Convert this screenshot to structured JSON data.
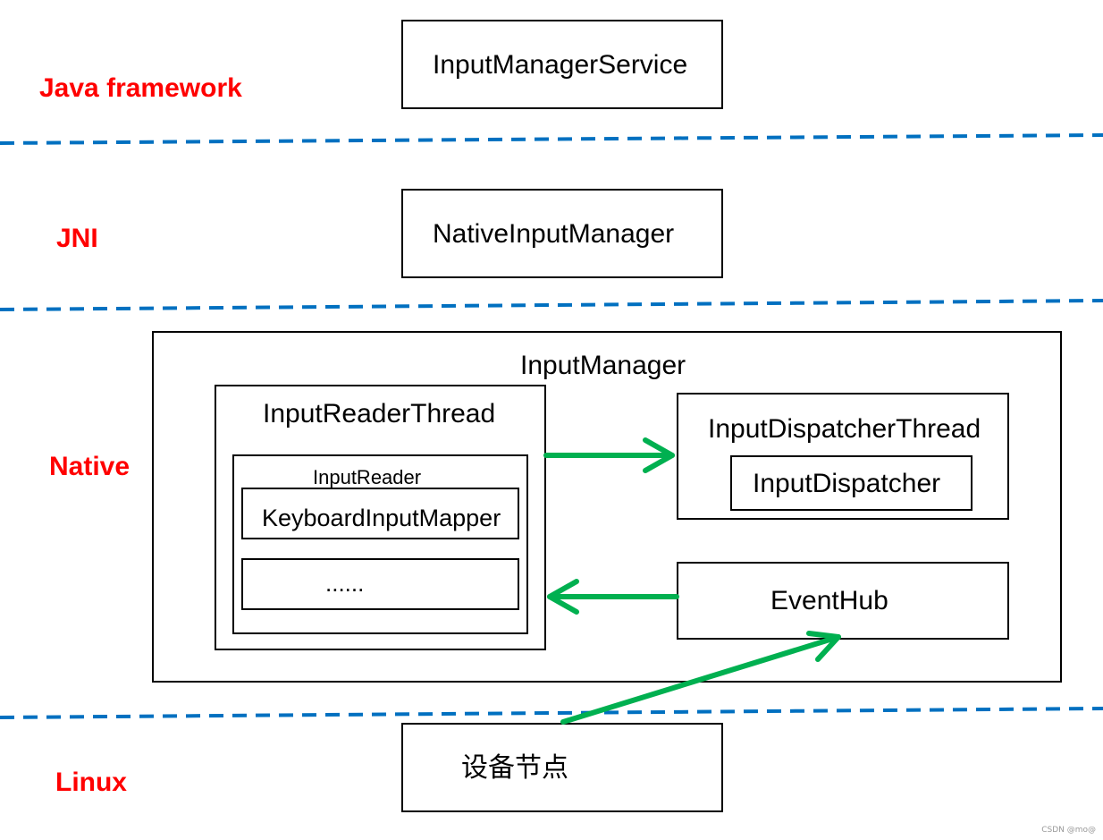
{
  "layers": {
    "java": "Java framework",
    "jni": "JNI",
    "native": "Native",
    "linux": "Linux"
  },
  "components": {
    "input_manager_service": "InputManagerService",
    "native_input_manager": "NativeInputManager",
    "input_manager": "InputManager",
    "input_reader_thread": "InputReaderThread",
    "input_reader": "InputReader",
    "keyboard_input_mapper": "KeyboardInputMapper",
    "more_mappers": "......",
    "input_dispatcher_thread": "InputDispatcherThread",
    "input_dispatcher": "InputDispatcher",
    "event_hub": "EventHub",
    "device_node": "设备节点"
  },
  "watermark": "CSDN @mo@",
  "colors": {
    "layer_label": "#ff0000",
    "separator": "#0070c0",
    "arrow": "#00b050",
    "box_border": "#000000"
  }
}
